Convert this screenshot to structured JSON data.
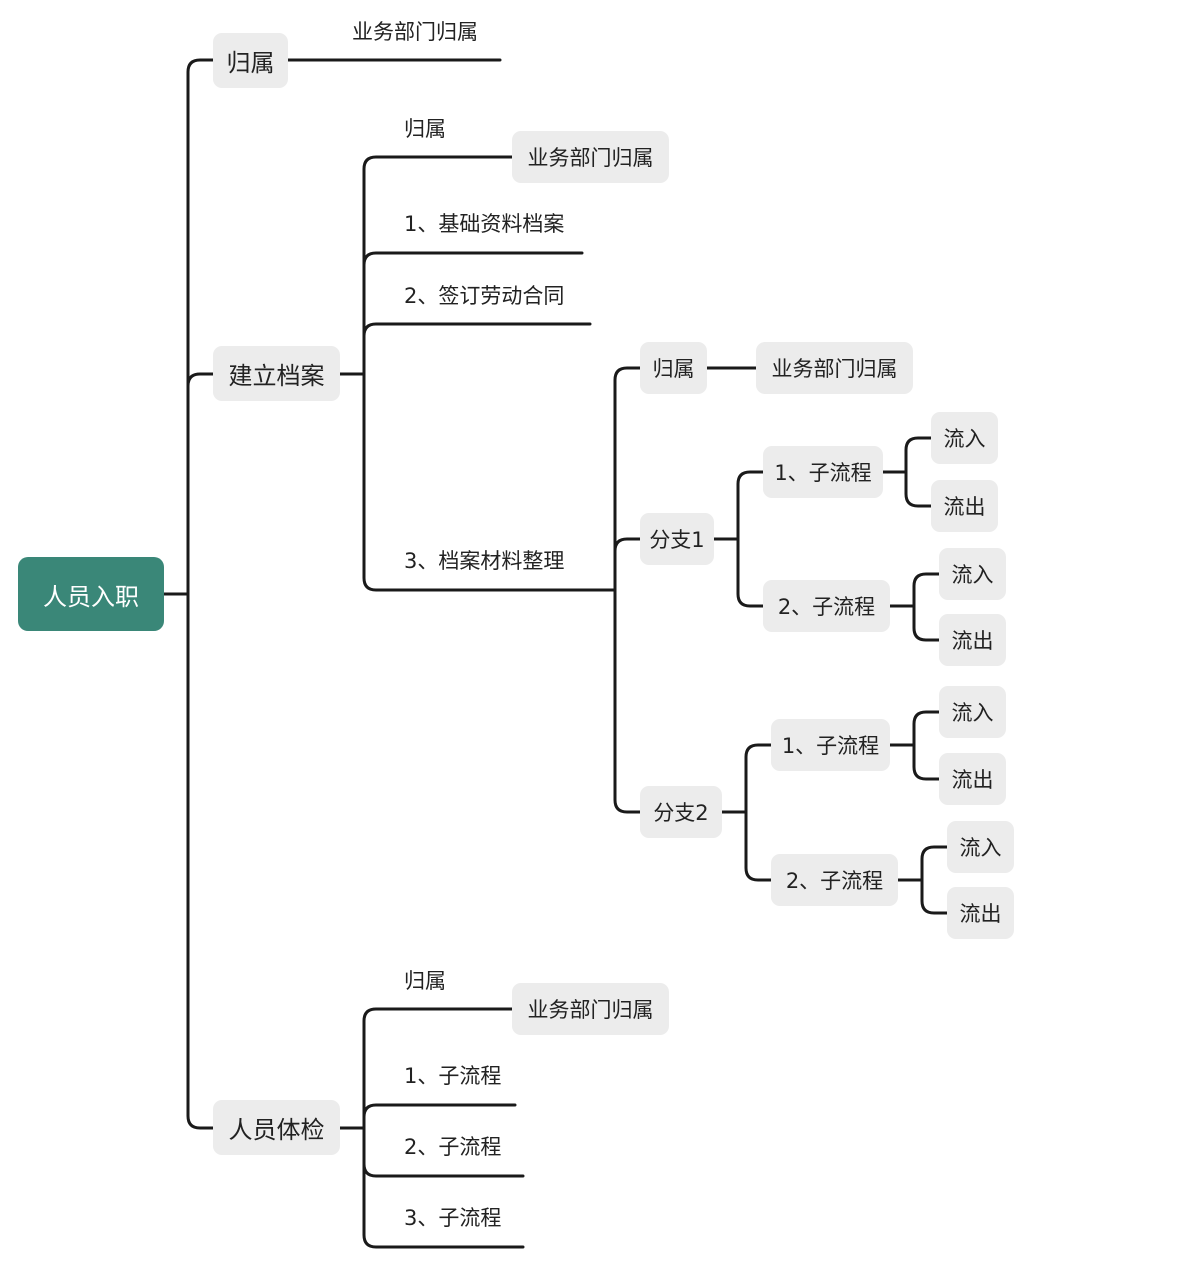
{
  "root": {
    "label": "人员入职"
  },
  "branch_guishu": {
    "label": "归属",
    "child": "业务部门归属"
  },
  "branch_archive": {
    "label": "建立档案",
    "guishu_label": "归属",
    "guishu_value": "业务部门归属",
    "item1": "1、基础资料档案",
    "item2": "2、签订劳动合同",
    "item3": "3、档案材料整理",
    "sub": {
      "guishu_label": "归属",
      "guishu_value": "业务部门归属",
      "fenzhi1": {
        "label": "分支1",
        "p1": {
          "label": "1、子流程",
          "in": "流入",
          "out": "流出"
        },
        "p2": {
          "label": "2、子流程",
          "in": "流入",
          "out": "流出"
        }
      },
      "fenzhi2": {
        "label": "分支2",
        "p1": {
          "label": "1、子流程",
          "in": "流入",
          "out": "流出"
        },
        "p2": {
          "label": "2、子流程",
          "in": "流入",
          "out": "流出"
        }
      }
    }
  },
  "branch_exam": {
    "label": "人员体检",
    "guishu_label": "归属",
    "guishu_value": "业务部门归属",
    "item1": "1、子流程",
    "item2": "2、子流程",
    "item3": "3、子流程"
  },
  "colors": {
    "root_fill": "#3a8778",
    "node_fill": "#ececec",
    "line": "#1a1a1a"
  }
}
